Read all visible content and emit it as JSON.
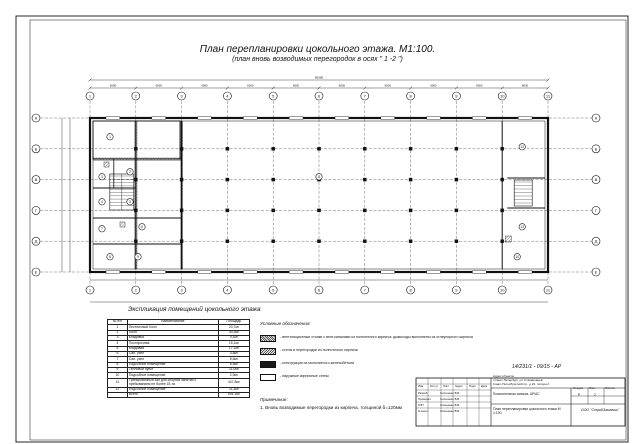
{
  "title": {
    "main": "План перепланировки цокольного этажа. М1:100.",
    "sub": "(план вновь возводимых перегородок в осях \" 1 -2 \")"
  },
  "dimensions_top": [
    "6000",
    "6000",
    "6000",
    "6000",
    "6000",
    "6000",
    "6000",
    "6000",
    "6000",
    "6000"
  ],
  "total_dimension": "60000",
  "axes": {
    "columns": [
      "1",
      "2",
      "3",
      "4",
      "5",
      "6",
      "7",
      "8",
      "9",
      "10",
      "11"
    ],
    "rows": [
      "А",
      "Б",
      "В",
      "Г",
      "Д",
      "Е"
    ]
  },
  "plan_labels": [
    "1",
    "2",
    "3",
    "4",
    "5",
    "6",
    "7",
    "8",
    "9",
    "10",
    "11",
    "12",
    "13"
  ],
  "explication": {
    "title": "Экспликация помещений цокольного этажа",
    "headers": [
      "№ п/п",
      "Наименование",
      "Площадь"
    ],
    "rows": [
      [
        "1",
        "Лестничный  Холл",
        "20,7м²"
      ],
      [
        "2",
        "Холл",
        "40,3м²"
      ],
      [
        "3",
        "Кладовка",
        "9,1м²"
      ],
      [
        "4",
        "Постирочная",
        "15,1м²"
      ],
      [
        "5",
        "Кладовая",
        "17,1м²"
      ],
      [
        "6",
        "Сан. узел",
        "3,8м²"
      ],
      [
        "7",
        "Сан. узел",
        "5,6м²"
      ],
      [
        "8",
        "Подсобное помещение",
        "6,5м²"
      ],
      [
        "9",
        "Тепловой пункт",
        "11,0м²"
      ],
      [
        "10",
        "Подсобное помещение",
        "2,9м²"
      ],
      [
        "11",
        "Тренировочный зал для спортив.занятий с пребыванием не более 15-ти.",
        "447,8м²"
      ],
      [
        "12",
        "Подсобное помещение",
        "11,3м²"
      ],
      [
        "",
        "Всего",
        "591,1м²"
      ]
    ]
  },
  "legend": {
    "title": "Условные обозначения:",
    "items": [
      "- вентиляционные стояки с вент.каналами из полнотелого кирпича; дымоходы выполнены из огнеупорного кирпича",
      "- стены и перегородки из полнотелого кирпича",
      "- конструкции из монолитного железобетона",
      "- наружные кирпичные стены"
    ]
  },
  "notes": {
    "title": "Примечание:",
    "text": "1. Вновь возводимые перегородки из кирпича, толщиной δ=120мм"
  },
  "title_block": {
    "code": "14/231/1 - 09/15 - АР",
    "address": [
      "Адрес объекта:",
      "г.Санкт-Петербург, ул. Стахановцев,",
      "Санкт-Петербургский пр., д.24, литера А"
    ],
    "stage_label": "Стадия",
    "sheet_label": "Лист",
    "sheets_label": "Листов",
    "stage": "Р",
    "sheet": "2",
    "sheets_val": "",
    "section": "Пояснительная записка. АР/АС",
    "drawing_name": "План перепланировки цокольного этажа М 1:100",
    "company": "ООО \"СтройЗаказчик\"",
    "signatures": [
      [
        "Разраб.",
        "Сильченко В.В."
      ],
      [
        "Проверил",
        "Сильченко В.В."
      ],
      [
        "ГИП",
        "Сильченко В.В."
      ],
      [
        "Н.контр.",
        "Сильченко В.В."
      ]
    ],
    "columns": [
      "Изм.",
      "Кол.уч",
      "Лист",
      "№док.",
      "Подп.",
      "Дата"
    ]
  }
}
